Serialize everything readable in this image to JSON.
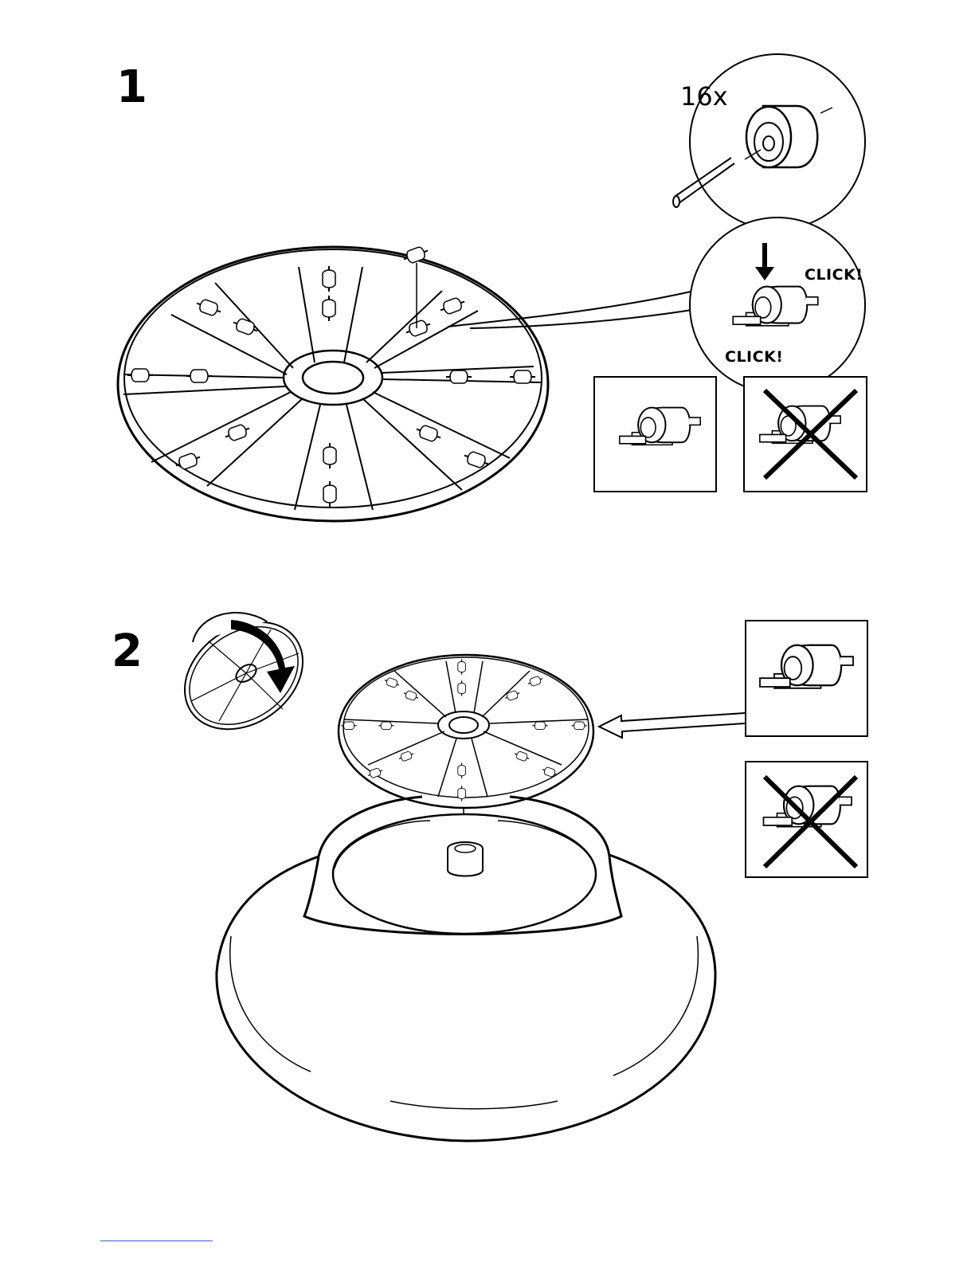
{
  "steps": [
    {
      "number": "1"
    },
    {
      "number": "2"
    }
  ],
  "callout": {
    "quantity": "16x"
  },
  "sounds": {
    "click_1": "CLICK!",
    "click_2": "CLICK!"
  },
  "icons": [
    "down-arrow-icon",
    "cross-icon",
    "rotate-arrow-icon",
    "pointer-arrow-icon"
  ],
  "colors": {
    "line": "#000000",
    "background": "#ffffff",
    "footer_line": "#3a5fd0"
  }
}
